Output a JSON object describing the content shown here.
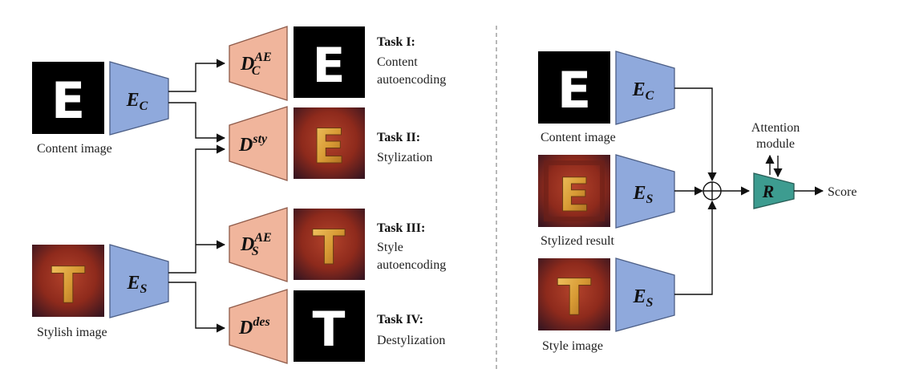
{
  "left": {
    "content_image": {
      "caption": "Content image",
      "letter": "E"
    },
    "stylish_image": {
      "caption": "Stylish image",
      "letter": "T"
    },
    "encoders": {
      "content": {
        "symbol": "E",
        "subscript": "C"
      },
      "style": {
        "symbol": "E",
        "subscript": "S"
      }
    },
    "decoders": [
      {
        "symbol": "D",
        "sup": "AE",
        "sub": "C"
      },
      {
        "symbol": "D",
        "sup": "sty",
        "sub": ""
      },
      {
        "symbol": "D",
        "sup": "AE",
        "sub": "S"
      },
      {
        "symbol": "D",
        "sup": "des",
        "sub": ""
      }
    ],
    "outputs": [
      {
        "letter": "E"
      },
      {
        "letter": "E"
      },
      {
        "letter": "T"
      },
      {
        "letter": "T"
      }
    ],
    "tasks": [
      {
        "title": "Task I:",
        "desc_line1": "Content",
        "desc_line2": "autoencoding"
      },
      {
        "title": "Task II:",
        "desc_line1": "Stylization",
        "desc_line2": ""
      },
      {
        "title": "Task III:",
        "desc_line1": "Style",
        "desc_line2": "autoencoding"
      },
      {
        "title": "Task IV:",
        "desc_line1": "Destylization",
        "desc_line2": ""
      }
    ]
  },
  "right": {
    "content_image": {
      "caption": "Content image",
      "letter": "E"
    },
    "stylized_result": {
      "caption": "Stylized result",
      "letter": "E"
    },
    "style_image": {
      "caption": "Style image",
      "letter": "T"
    },
    "encoders": [
      {
        "symbol": "E",
        "subscript": "C"
      },
      {
        "symbol": "E",
        "subscript": "S"
      },
      {
        "symbol": "E",
        "subscript": "S"
      }
    ],
    "attention": {
      "line1": "Attention",
      "line2": "module"
    },
    "module_r": "R",
    "score": "Score"
  },
  "colors": {
    "encoder": "#8fa9dc",
    "decoder": "#f0b59c",
    "module_r": "#3d9c90",
    "stylized_bg": "#8e2a1c",
    "glyph_gold": "#d89b35"
  }
}
